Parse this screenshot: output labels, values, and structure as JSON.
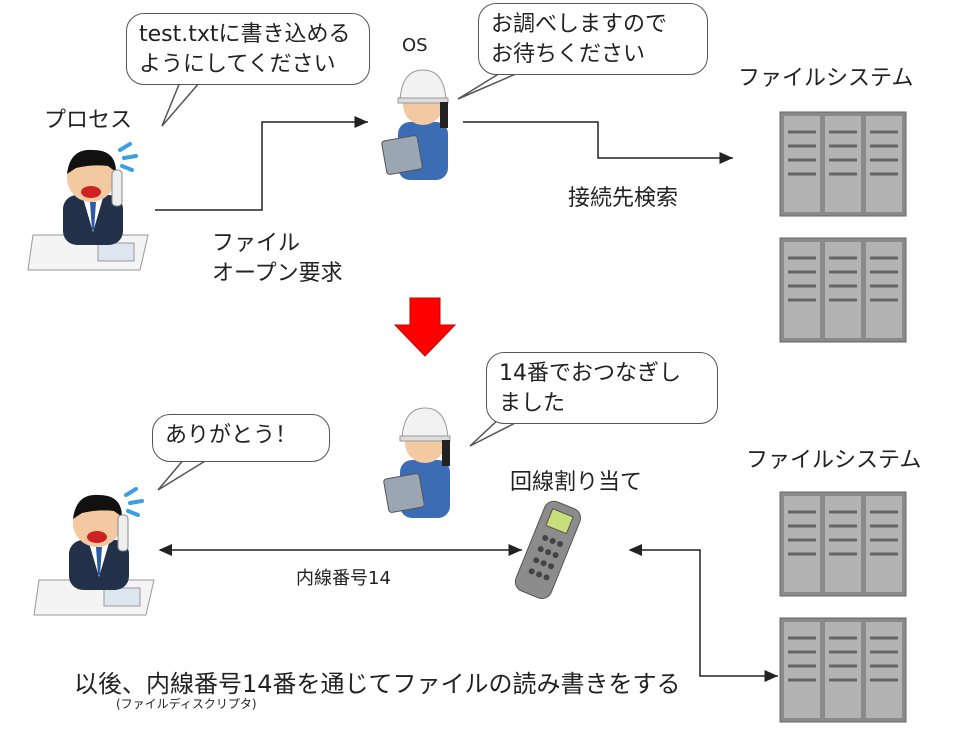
{
  "top": {
    "process_label": "プロセス",
    "os_label": "OS",
    "fs_label": "ファイルシステム",
    "bubble_process": [
      "test.txtに書き込める",
      "ようにしてください"
    ],
    "bubble_os": [
      "お調べしますので",
      "お待ちください"
    ],
    "arrow_label_1": "ファイル",
    "arrow_label_2": "オープン要求",
    "search_label": "接続先検索"
  },
  "bottom": {
    "bubble_process": "ありがとう！",
    "bubble_os": [
      "14番でおつなぎし",
      "ました"
    ],
    "fs_label": "ファイルシステム",
    "line_assign_label": "回線割り当て",
    "extension_label": "内線番号14",
    "summary": "以後、内線番号14番を通じてファイルの読み書きをする",
    "summary_note": "(ファイルディスクリプタ)"
  },
  "colors": {
    "arrow_red": "#ff0000",
    "line": "#222222",
    "server": "#8a8a8a"
  }
}
